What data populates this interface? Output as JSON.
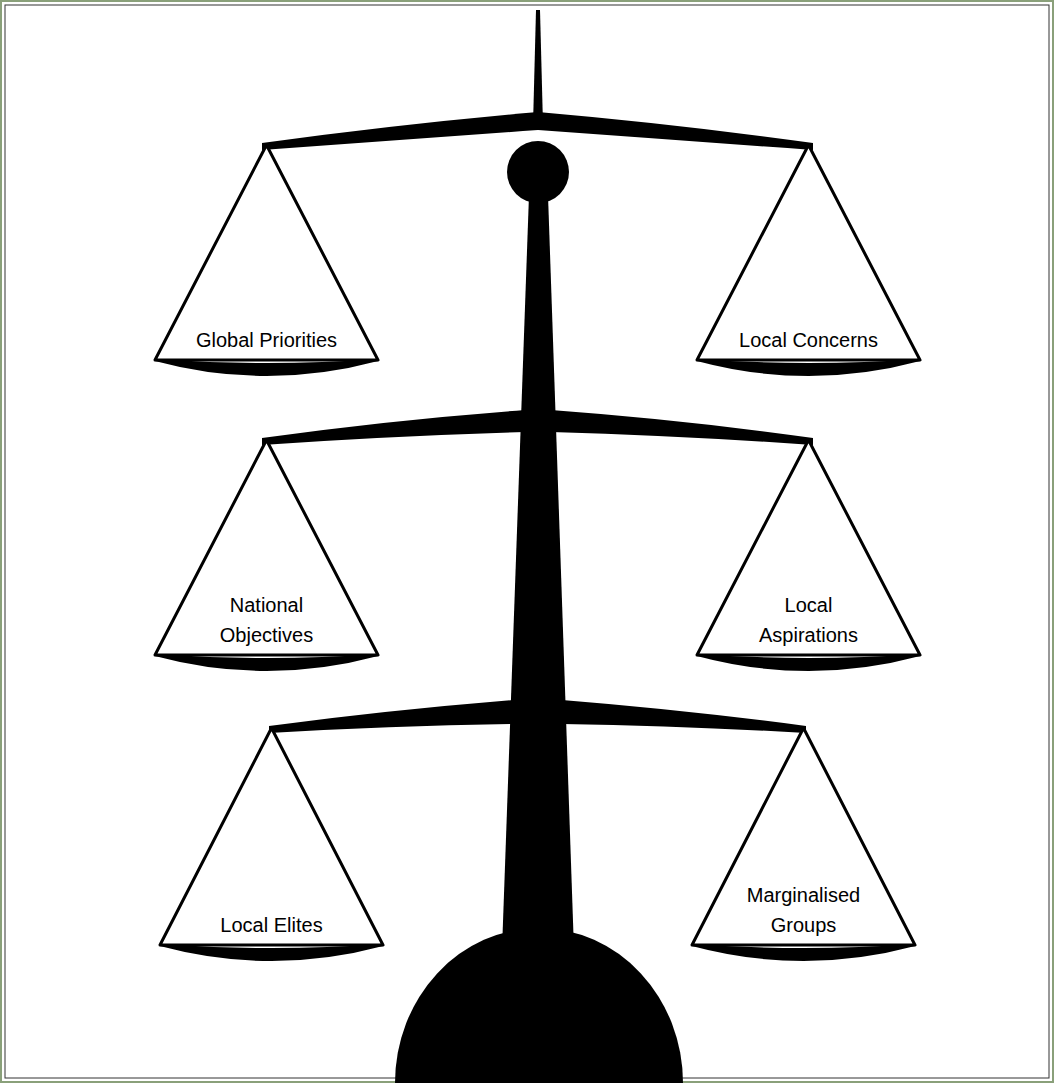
{
  "diagram": {
    "nodes": [
      {
        "text": [
          "Global Priorities"
        ]
      },
      {
        "text": [
          "Local Concerns"
        ]
      },
      {
        "text": [
          "National Objectives"
        ]
      },
      {
        "text": [
          "Local Aspirations"
        ]
      },
      {
        "text": [
          "Local Elites"
        ]
      },
      {
        "text": [
          "Marginalised Groups"
        ]
      }
    ]
  }
}
